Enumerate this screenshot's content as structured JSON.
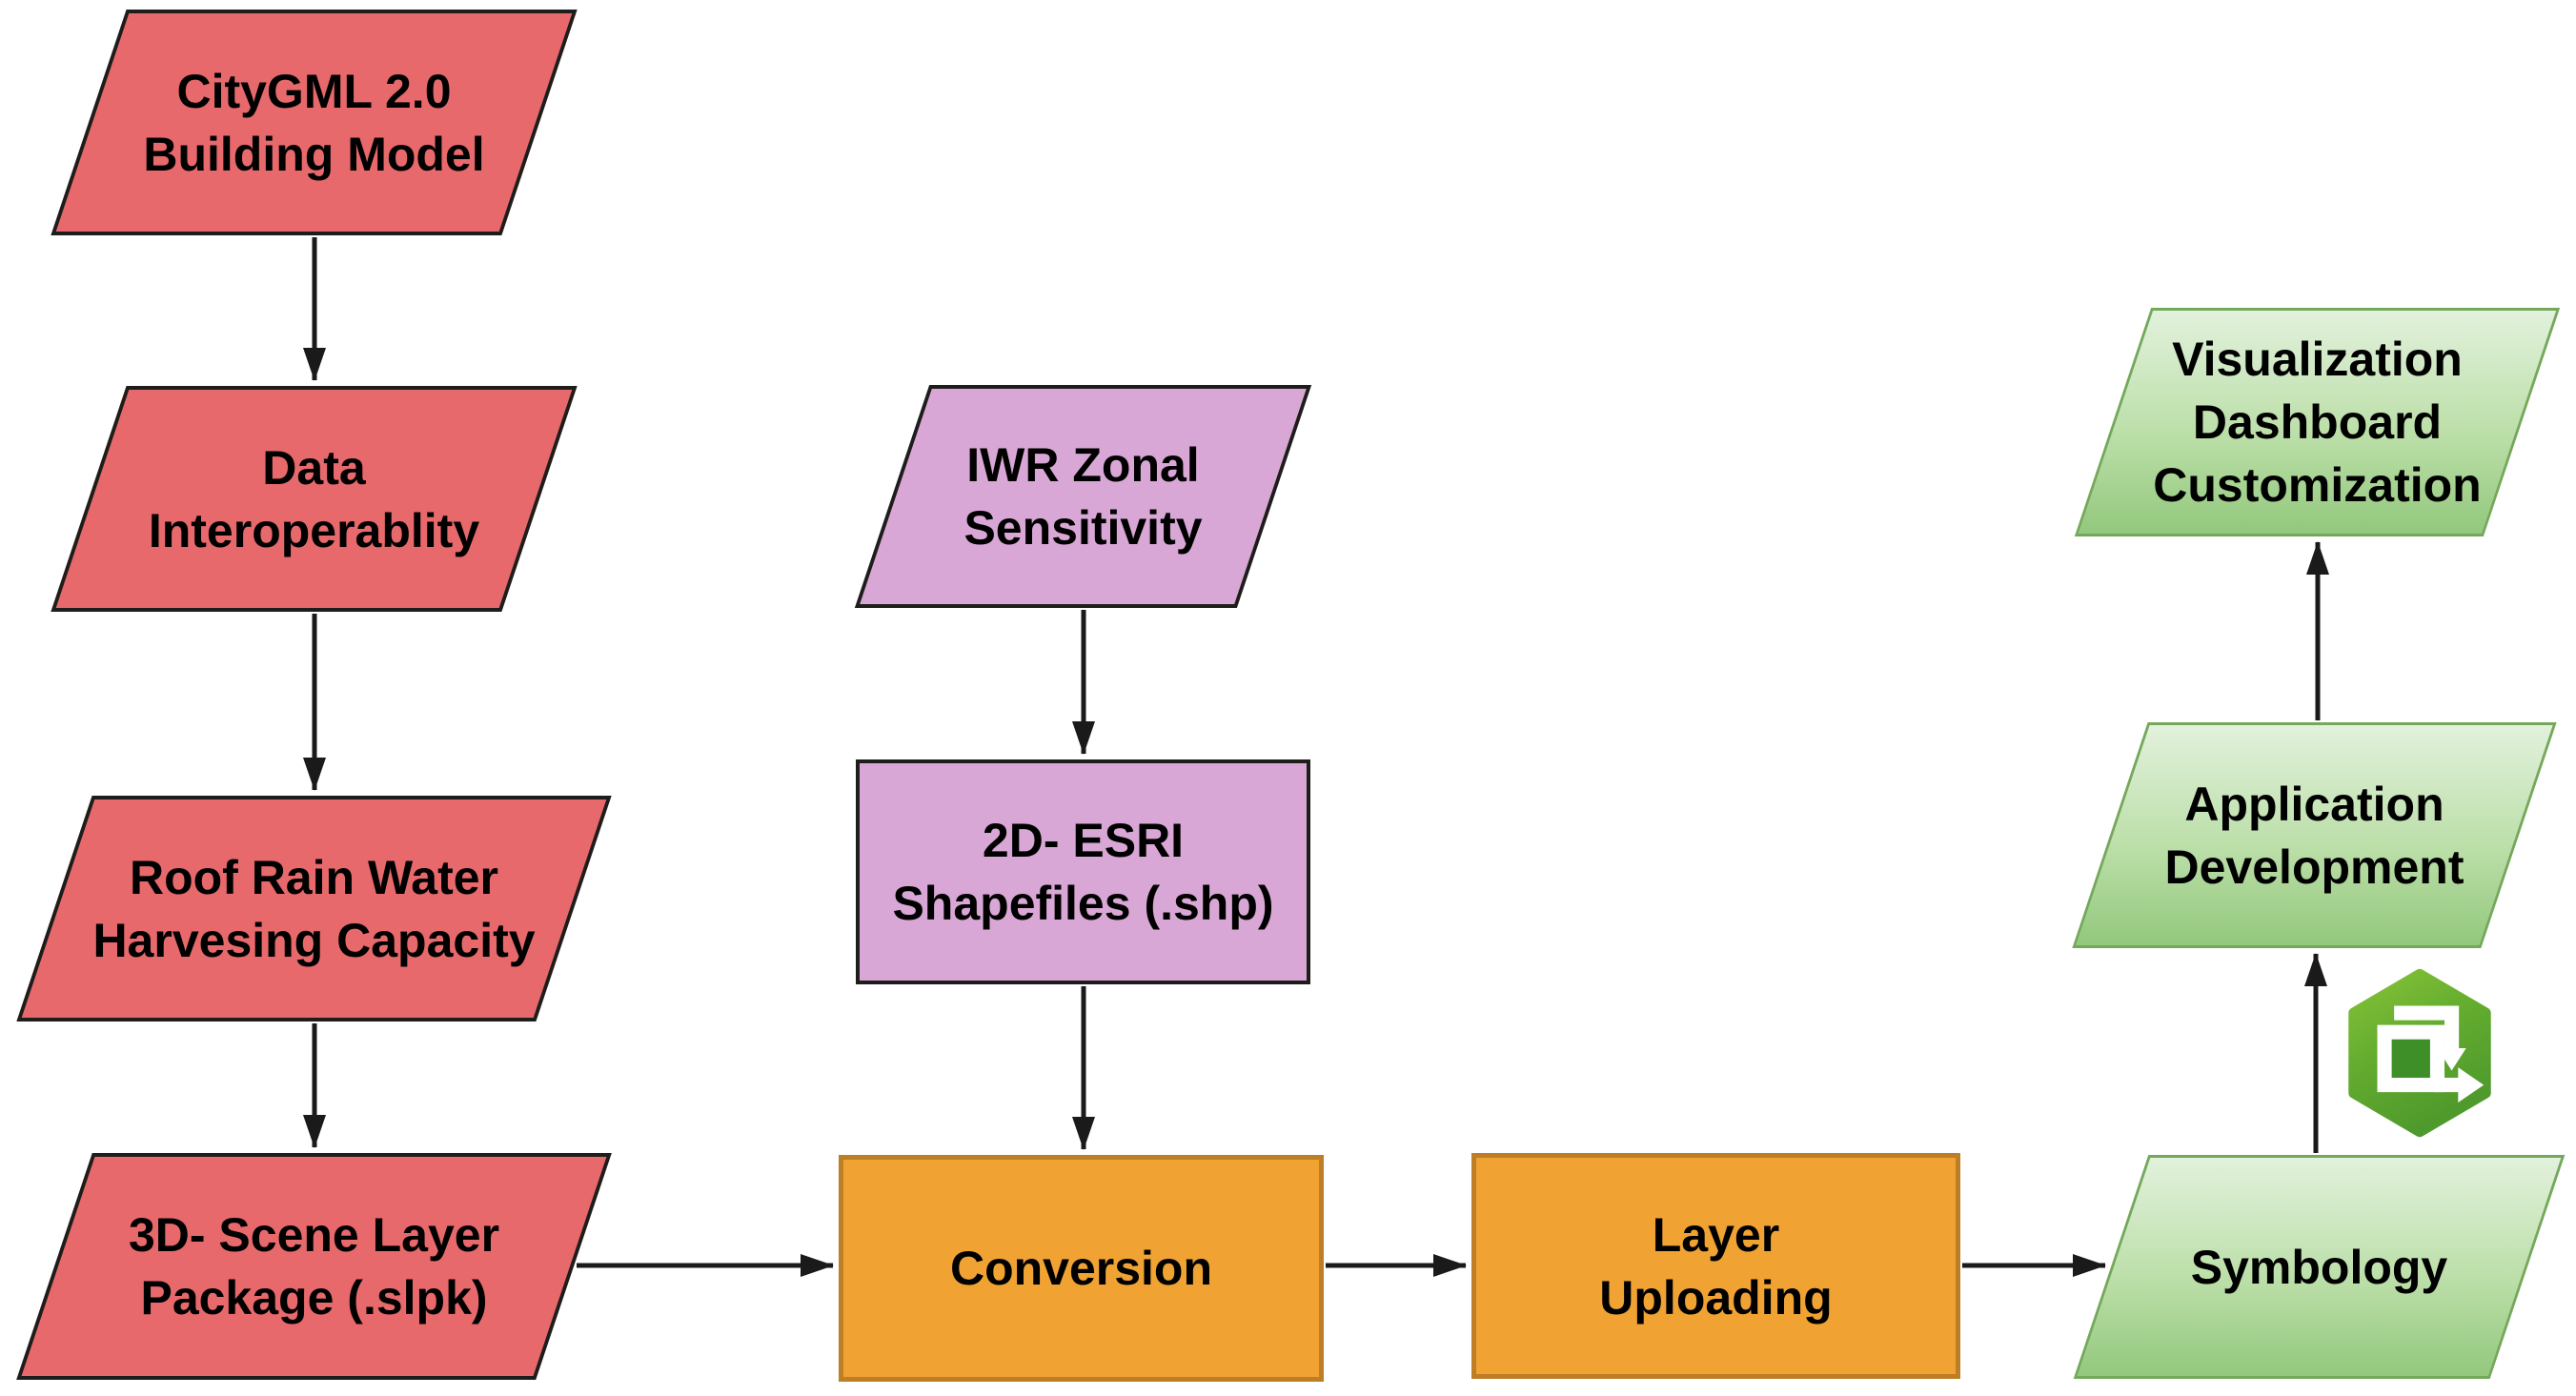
{
  "diagram": {
    "background": "#ffffff",
    "nodes": {
      "citygml": {
        "label": "CityGML 2.0\nBuilding Model",
        "shape": "parallelogram",
        "role": "input",
        "fill": "#e7696b"
      },
      "data_interop": {
        "label": "Data\nInteroperablity",
        "shape": "parallelogram",
        "role": "input",
        "fill": "#e7696b"
      },
      "roof_rain": {
        "label": "Roof Rain Water\nHarvesing Capacity",
        "shape": "parallelogram",
        "role": "input",
        "fill": "#e7696b"
      },
      "slpk": {
        "label": "3D- Scene Layer\nPackage (.slpk)",
        "shape": "parallelogram",
        "role": "input",
        "fill": "#e7696b"
      },
      "iwr_zonal": {
        "label": "IWR Zonal\nSensitivity",
        "shape": "parallelogram",
        "role": "input",
        "fill": "#d9a7d5"
      },
      "shapefiles": {
        "label": "2D- ESRI\nShapefiles (.shp)",
        "shape": "rectangle",
        "role": "data",
        "fill": "#d9a7d5"
      },
      "conversion": {
        "label": "Conversion",
        "shape": "rectangle",
        "role": "process",
        "fill": "#f0a233"
      },
      "layer_uploading": {
        "label": "Layer\nUploading",
        "shape": "rectangle",
        "role": "process",
        "fill": "#f0a233"
      },
      "symbology": {
        "label": "Symbology",
        "shape": "parallelogram",
        "role": "output",
        "fill": "green-gradient"
      },
      "app_dev": {
        "label": "Application\nDevelopment",
        "shape": "parallelogram",
        "role": "output",
        "fill": "green-gradient"
      },
      "viz_dashboard": {
        "label": "Visualization\nDashboard\nCustomization",
        "shape": "parallelogram",
        "role": "output",
        "fill": "green-gradient"
      }
    },
    "icon": {
      "name": "arcgis-pro-hexagon",
      "description": "green hexagon with white square loop arrow"
    },
    "colors": {
      "input_fill": "#e7696b",
      "data_fill": "#d9a7d5",
      "process_fill": "#f0a233",
      "process_border": "#bd7e26",
      "output_fill_top": "#e2f1dc",
      "output_fill_bottom": "#93c87d",
      "output_border": "#74a85b",
      "shape_border": "#1d1d1b",
      "edge": "#1a1a1a",
      "icon_green_light": "#86c238",
      "icon_green_dark": "#4f9a2c",
      "text": "#000000"
    }
  }
}
